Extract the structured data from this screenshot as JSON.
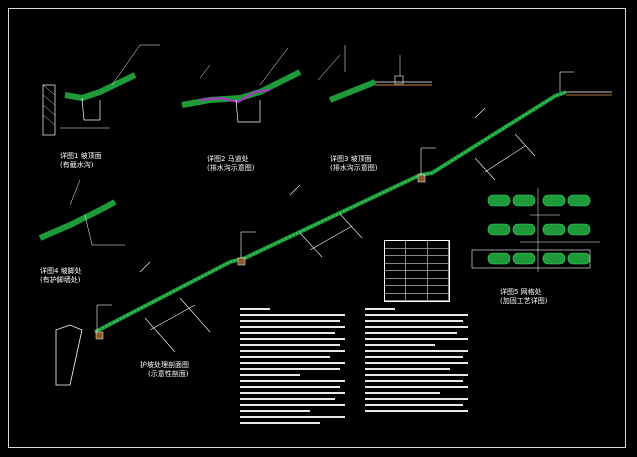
{
  "drawing": {
    "detail1": {
      "title": "详图1  坡顶面",
      "subtitle": "(有截水沟)"
    },
    "detail2": {
      "title": "详图2  马道处",
      "subtitle": "(排水沟示意图)"
    },
    "detail3": {
      "title": "详图3  坡顶面",
      "subtitle": "(排水沟示意图)"
    },
    "detail4": {
      "title": "详图4  坡脚处",
      "subtitle": "(有护脚墙处)"
    },
    "detail5": {
      "title": "详图5  网格处",
      "subtitle": "(加固工艺详图)"
    },
    "main": {
      "title": "护坡处理剖面图",
      "subtitle": "(示意性剖面)"
    }
  },
  "colors": {
    "grass": "#1f9a3a",
    "grassLight": "#3cd46a",
    "pipe": "#b030d0",
    "line": "#ffffff",
    "soil": "#8a5a2a"
  }
}
